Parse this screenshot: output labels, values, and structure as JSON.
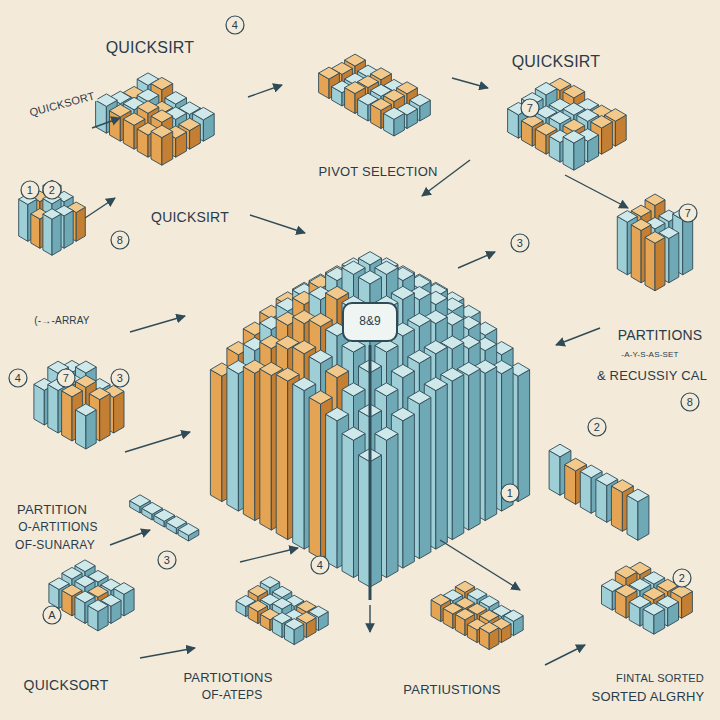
{
  "diagram": {
    "nodes": [
      {
        "text": [
          "8&9"
        ]
      }
    ],
    "labels": [
      "QUICKSIRT",
      "QUICKSORT",
      "QUICKSIRT",
      "PIVOT SELECTION",
      "QUICKSIRT",
      "(-→-ARRAY",
      "PARTITIONS",
      "-A-Y-S-AS-SET",
      "& RECUSSIY CAL",
      "PARTITION",
      "O-ARTITIONS",
      "OF-SUNARAY",
      "QUICKSORT",
      "PARTIOTIONS",
      "OF-ATEPS",
      "PARTIUSTIONS",
      "FINTAL SORTED",
      "SORTED ALGRHY",
      "4",
      "1",
      "2",
      "8",
      "3",
      "7",
      "4",
      "7",
      "3",
      "8",
      "2",
      "1",
      "3",
      "4",
      "A",
      "2",
      "7"
    ]
  }
}
